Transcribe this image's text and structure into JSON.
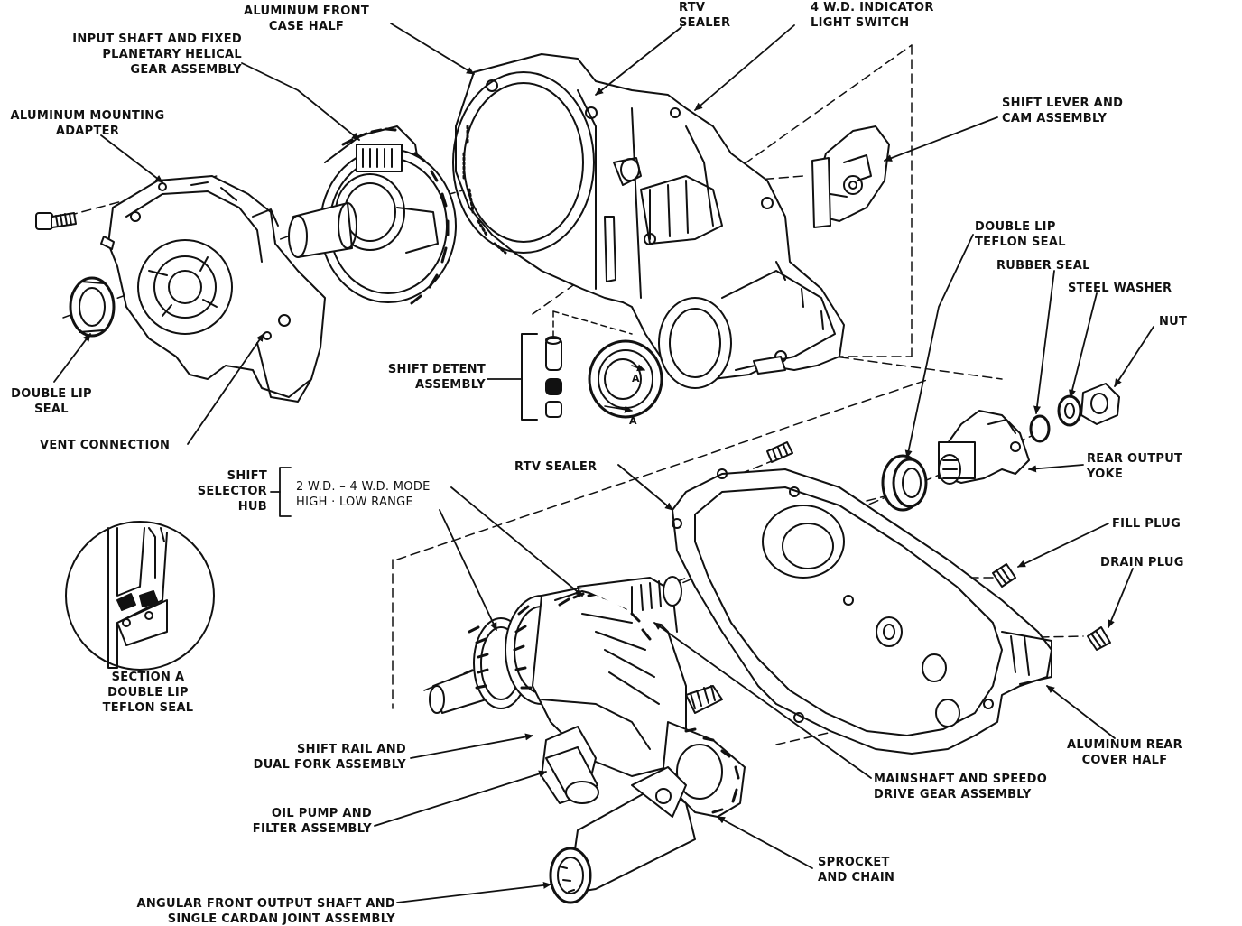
{
  "labels": {
    "aluminum_front_case_half": [
      "ALUMINUM FRONT",
      "CASE HALF"
    ],
    "rtv_sealer_top": [
      "RTV",
      "SEALER"
    ],
    "indicator_light_switch": [
      "4 W.D. INDICATOR",
      "LIGHT SWITCH"
    ],
    "input_shaft": [
      "INPUT SHAFT AND FIXED",
      "PLANETARY HELICAL",
      "GEAR ASSEMBLY"
    ],
    "aluminum_mounting_adapter": [
      "ALUMINUM MOUNTING",
      "ADAPTER"
    ],
    "shift_lever": [
      "SHIFT LEVER AND",
      "CAM ASSEMBLY"
    ],
    "double_lip_teflon_seal": [
      "DOUBLE LIP",
      "TEFLON SEAL"
    ],
    "rubber_seal": [
      "RUBBER SEAL"
    ],
    "steel_washer": [
      "STEEL WASHER"
    ],
    "nut": [
      "NUT"
    ],
    "double_lip_seal": [
      "DOUBLE LIP",
      "SEAL"
    ],
    "shift_detent": [
      "SHIFT DETENT",
      "ASSEMBLY"
    ],
    "vent_connection": [
      "VENT CONNECTION"
    ],
    "rtv_sealer_mid": [
      "RTV SEALER"
    ],
    "rear_output_yoke": [
      "REAR OUTPUT",
      "YOKE"
    ],
    "shift_selector_hub": [
      "SHIFT",
      "SELECTOR",
      "HUB"
    ],
    "mode_range": [
      "2 W.D. – 4 W.D. MODE",
      "HIGH · LOW RANGE"
    ],
    "fill_plug": [
      "FILL PLUG"
    ],
    "drain_plug": [
      "DRAIN PLUG"
    ],
    "section_a": [
      "SECTION A",
      "DOUBLE LIP",
      "TEFLON SEAL"
    ],
    "shift_rail": [
      "SHIFT RAIL AND",
      "DUAL FORK ASSEMBLY"
    ],
    "aluminum_rear_cover": [
      "ALUMINUM REAR",
      "COVER HALF"
    ],
    "mainshaft": [
      "MAINSHAFT AND SPEEDO",
      "DRIVE GEAR ASSEMBLY"
    ],
    "oil_pump": [
      "OIL PUMP AND",
      "FILTER ASSEMBLY"
    ],
    "sprocket_chain": [
      "SPROCKET",
      "AND CHAIN"
    ],
    "front_output_shaft": [
      "ANGULAR FRONT OUTPUT SHAFT AND",
      "SINGLE CARDAN JOINT ASSEMBLY"
    ],
    "detent_marker": [
      "A"
    ]
  }
}
